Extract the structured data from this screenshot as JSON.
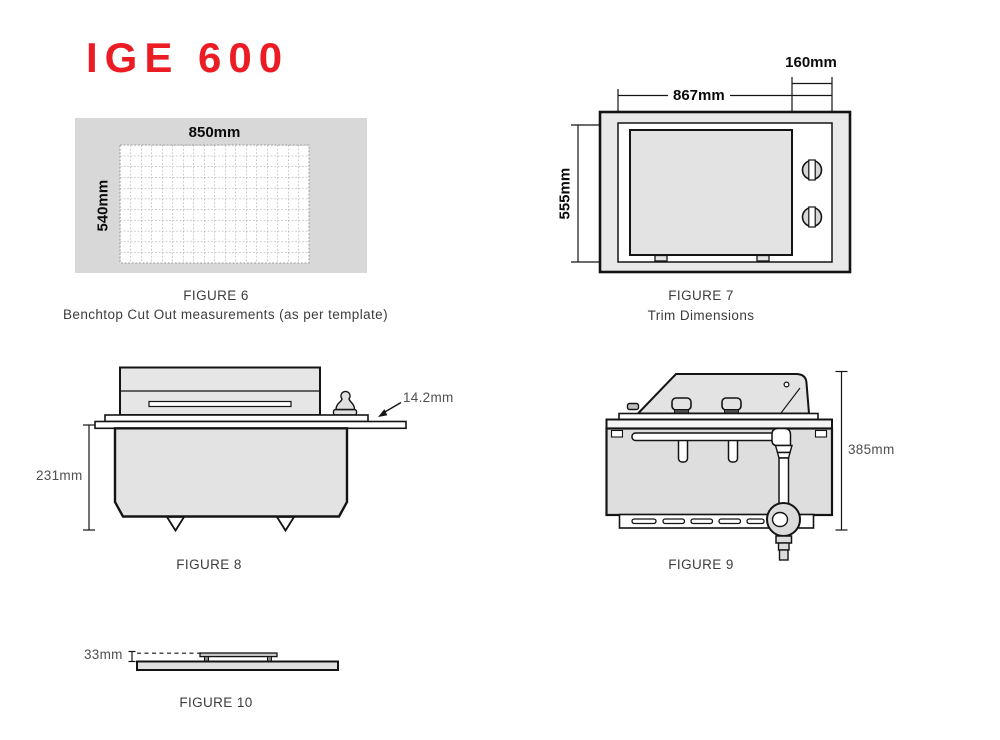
{
  "page": {
    "title": "IGE 600",
    "accent_color": "#ec1c24"
  },
  "figure6": {
    "caption": "FIGURE 6",
    "subcaption": "Benchtop Cut Out measurements (as per template)",
    "width_label": "850mm",
    "height_label": "540mm"
  },
  "figure7": {
    "caption": "FIGURE 7",
    "subcaption": "Trim Dimensions",
    "width_label": "867mm",
    "trim_label": "160mm",
    "height_label": "555mm"
  },
  "figure8": {
    "caption": "FIGURE 8",
    "depth_label": "231mm",
    "flange_label": "14.2mm"
  },
  "figure9": {
    "caption": "FIGURE 9",
    "height_label": "385mm"
  },
  "figure10": {
    "caption": "FIGURE 10",
    "height_label": "33mm"
  }
}
